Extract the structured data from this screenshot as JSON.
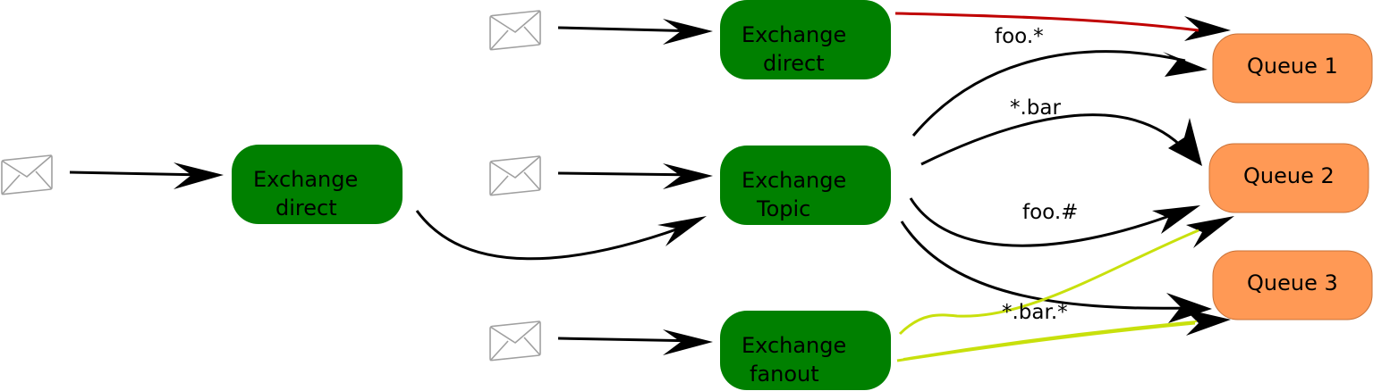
{
  "colors": {
    "exchange_fill": "#008000",
    "queue_fill": "#ff9955",
    "queue_stroke": "#c87137",
    "arrow_default": "#000000",
    "arrow_red": "#c00000",
    "arrow_green": "#c8e00c",
    "envelope_stroke": "#a0a0a0"
  },
  "exchanges": [
    {
      "id": "ex-direct-left",
      "lines": [
        "Exchange",
        "direct"
      ]
    },
    {
      "id": "ex-direct-top",
      "lines": [
        "Exchange",
        "direct"
      ]
    },
    {
      "id": "ex-topic",
      "lines": [
        "Exchange",
        "Topic"
      ]
    },
    {
      "id": "ex-fanout",
      "lines": [
        "Exchange",
        "fanout"
      ]
    }
  ],
  "queues": [
    {
      "id": "queue-1",
      "label": "Queue 1"
    },
    {
      "id": "queue-2",
      "label": "Queue 2"
    },
    {
      "id": "queue-3",
      "label": "Queue 3"
    }
  ],
  "routing_keys": [
    {
      "id": "key-foo-star",
      "label": "foo.*"
    },
    {
      "id": "key-star-bar",
      "label": "*.bar"
    },
    {
      "id": "key-foo-hash",
      "label": "foo.#"
    },
    {
      "id": "key-star-bar-star",
      "label": "*.bar.*"
    }
  ],
  "icons": {
    "message": "envelope-icon"
  }
}
